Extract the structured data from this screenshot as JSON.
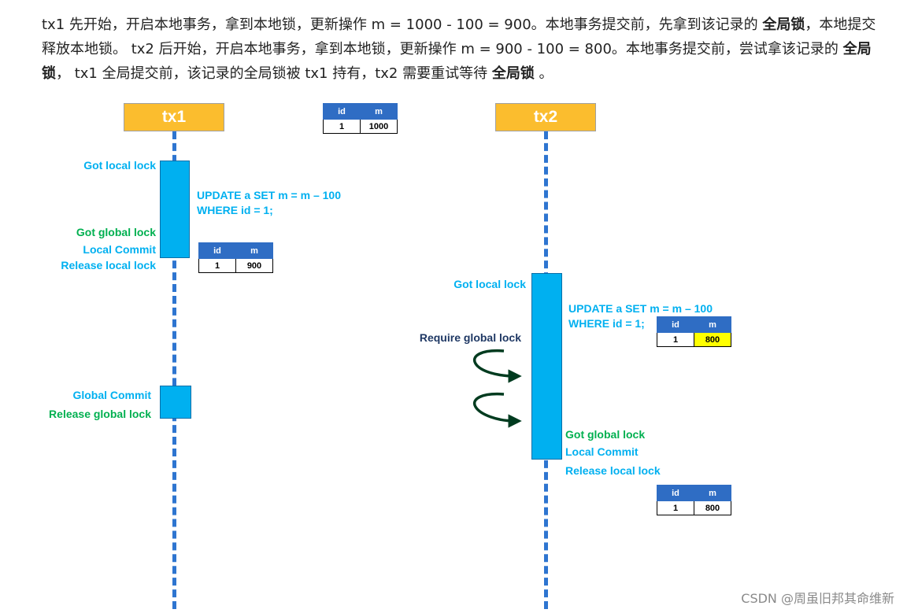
{
  "paragraph": {
    "s1": "tx1 先开始，开启本地事务，拿到本地锁，更新操作 m = 1000 - 100 = 900。本地事务提交前，先拿到该记录的 ",
    "b1": "全局锁",
    "s2": "，本地提交释放本地锁。 tx2 后开始，开启本地事务，拿到本地锁，更新操作 m = 900 - 100 = 800。本地事务提交前，尝试拿该记录的 ",
    "b2": "全局锁",
    "s3": "， tx1 全局提交前，该记录的全局锁被 tx1 持有，tx2 需要重试等待 ",
    "b3": "全局锁",
    "s4": " 。"
  },
  "tx1": {
    "title": "tx1",
    "labels": {
      "got_local_lock": "Got local lock",
      "got_global_lock": "Got global lock",
      "local_commit": "Local Commit",
      "release_local_lock": "Release local lock",
      "global_commit": "Global Commit",
      "release_global_lock": "Release global lock"
    },
    "sql_line1": "UPDATE a SET m = m – 100",
    "sql_line2": "WHERE id = 1;",
    "table_after_update": {
      "col_id": "id",
      "col_m": "m",
      "id": "1",
      "m": "900"
    }
  },
  "initial_table": {
    "col_id": "id",
    "col_m": "m",
    "id": "1",
    "m": "1000"
  },
  "tx2": {
    "title": "tx2",
    "labels": {
      "got_local_lock": "Got local lock",
      "require_global_lock": "Require global lock",
      "got_global_lock": "Got global lock",
      "local_commit": "Local Commit",
      "release_local_lock": "Release local lock"
    },
    "sql_line1": "UPDATE a SET m = m – 100",
    "sql_line2": "WHERE id = 1;",
    "table_after_update": {
      "col_id": "id",
      "col_m": "m",
      "id": "1",
      "m": "800"
    },
    "table_final": {
      "col_id": "id",
      "col_m": "m",
      "id": "1",
      "m": "800"
    }
  },
  "watermark": "CSDN @周虽旧邦其命维新",
  "colors": {
    "header_fill": "#fbbd2e",
    "lifeline": "#2e75d0",
    "bar": "#00b0f0",
    "label_cyan": "#00b0f0",
    "label_green": "#00b050",
    "label_navy": "#1f3864",
    "table_header": "#2f6dc4",
    "highlight": "#ffff00",
    "retry_arrow": "#003b1f"
  }
}
